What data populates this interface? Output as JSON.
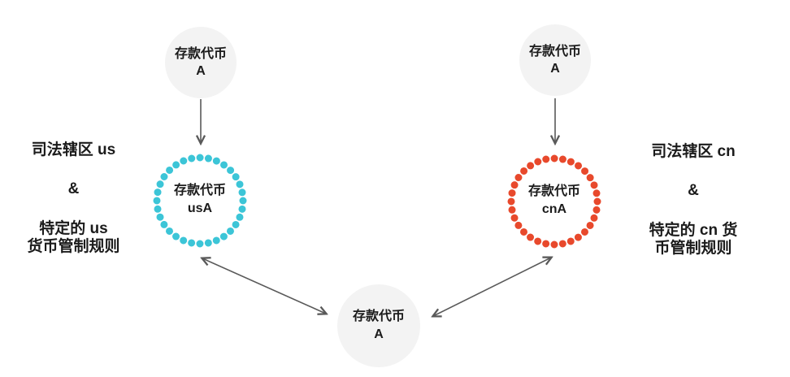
{
  "diagram": {
    "colors": {
      "node_fill": "#f3f3f3",
      "us_ring": "#3cc5d7",
      "cn_ring": "#e8492c",
      "arrow": "#595959",
      "text": "#1b1b1b"
    },
    "nodes": {
      "token_a_top_left": {
        "line1": "存款代币",
        "line2": "A"
      },
      "token_a_top_right": {
        "line1": "存款代币",
        "line2": "A"
      },
      "token_usa": {
        "line1": "存款代币",
        "line2": "usA"
      },
      "token_cna": {
        "line1": "存款代币",
        "line2": "cnA"
      },
      "token_a_bottom": {
        "line1": "存款代币",
        "line2": "A"
      }
    },
    "labels": {
      "left": {
        "line1": "司法辖区 us",
        "amp": "&",
        "line2a": "特定的 us",
        "line2b": "货币管制规则"
      },
      "right": {
        "line1": "司法辖区 cn",
        "amp": "&",
        "line2a": "特定的 cn 货",
        "line2b": "币管制规则"
      }
    }
  }
}
